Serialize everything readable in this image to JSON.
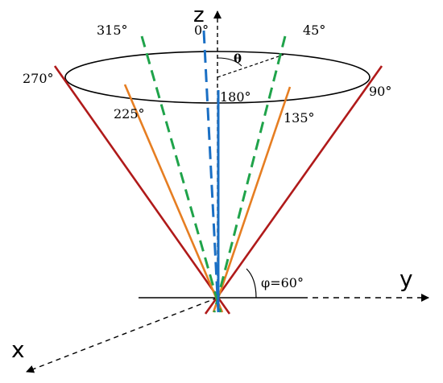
{
  "axes": {
    "z_label": "z",
    "y_label": "y",
    "x_label": "x"
  },
  "labels": {
    "deg_0": "0°",
    "deg_45": "45°",
    "deg_90": "90°",
    "deg_135": "135°",
    "deg_180": "180°",
    "deg_225": "225°",
    "deg_270": "270°",
    "deg_315": "315°",
    "theta": "θ",
    "phi": "φ=60°"
  },
  "colors": {
    "red": "#b01a1a",
    "orange": "#e67e22",
    "green": "#1fa34a",
    "blue": "#1a6fc4",
    "black": "#000000"
  }
}
